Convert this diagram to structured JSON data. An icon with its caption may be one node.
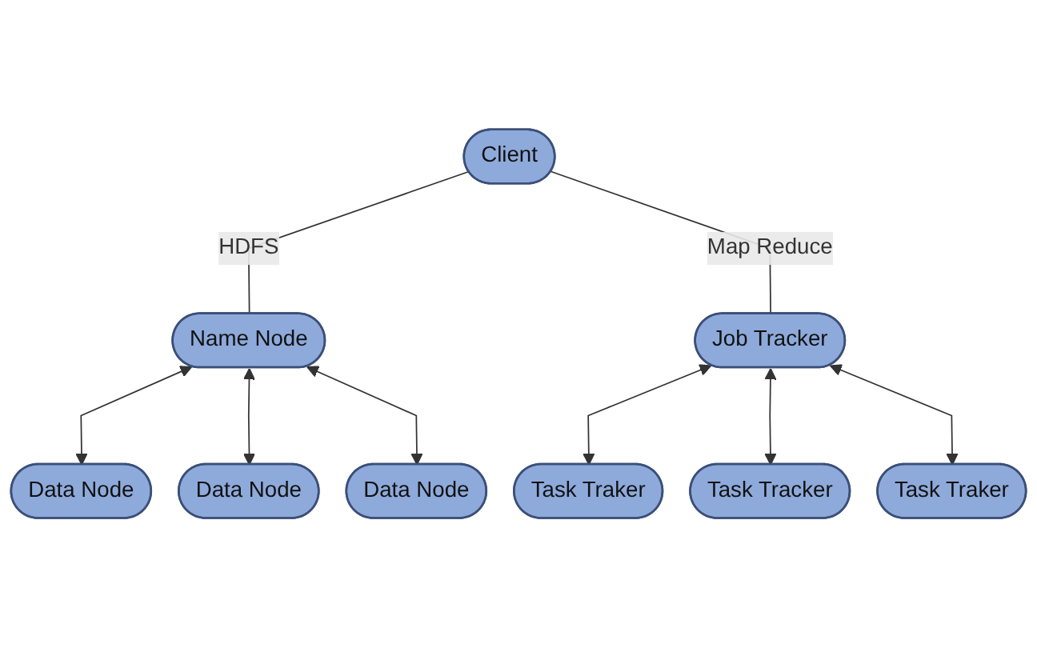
{
  "diagram": {
    "nodes": [
      {
        "text": [
          "Client"
        ]
      },
      {
        "text": [
          "Name Node"
        ]
      },
      {
        "text": [
          "Job Tracker"
        ]
      },
      {
        "text": [
          "Data Node"
        ]
      },
      {
        "text": [
          "Data Node"
        ]
      },
      {
        "text": [
          "Data Node"
        ]
      },
      {
        "text": [
          "Task Traker"
        ]
      },
      {
        "text": [
          "Task Tracker"
        ]
      },
      {
        "text": [
          "Task Traker"
        ]
      }
    ],
    "edges": [
      {
        "from": 0,
        "to": 1,
        "arrow": "none",
        "label": "HDFS"
      },
      {
        "from": 0,
        "to": 2,
        "arrow": "none",
        "label": "Map Reduce"
      },
      {
        "from": 1,
        "to": 3,
        "arrow": "both"
      },
      {
        "from": 1,
        "to": 4,
        "arrow": "both"
      },
      {
        "from": 1,
        "to": 5,
        "arrow": "both"
      },
      {
        "from": 2,
        "to": 6,
        "arrow": "both"
      },
      {
        "from": 2,
        "to": 7,
        "arrow": "both"
      },
      {
        "from": 2,
        "to": 8,
        "arrow": "both"
      }
    ]
  }
}
